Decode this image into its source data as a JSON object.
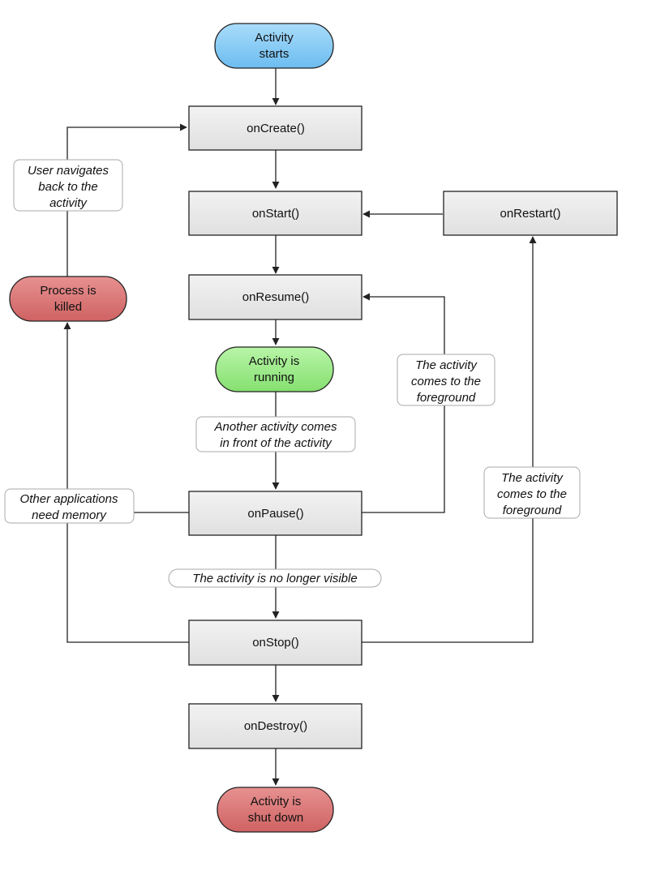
{
  "colors": {
    "method_fill": "#e8e8e8",
    "start_fill": "#87cbf6",
    "running_fill": "#99ee88",
    "terminal_fill": "#dd7777",
    "edge": "#222222",
    "label_border": "#aaaaaa"
  },
  "nodes": {
    "activity_starts": {
      "lines": [
        "Activity",
        "starts"
      ]
    },
    "on_create": {
      "lines": [
        "onCreate()"
      ]
    },
    "on_start": {
      "lines": [
        "onStart()"
      ]
    },
    "on_restart": {
      "lines": [
        "onRestart()"
      ]
    },
    "on_resume": {
      "lines": [
        "onResume()"
      ]
    },
    "process_killed": {
      "lines": [
        "Process is",
        "killed"
      ]
    },
    "activity_running": {
      "lines": [
        "Activity is",
        "running"
      ]
    },
    "on_pause": {
      "lines": [
        "onPause()"
      ]
    },
    "on_stop": {
      "lines": [
        "onStop()"
      ]
    },
    "on_destroy": {
      "lines": [
        "onDestroy()"
      ]
    },
    "activity_shut_down": {
      "lines": [
        "Activity is",
        "shut down"
      ]
    }
  },
  "edge_labels": {
    "user_navigates_back": {
      "lines": [
        "User navigates",
        "back to the",
        "activity"
      ]
    },
    "another_activity": {
      "lines": [
        "Another activity comes",
        "in front of the activity"
      ]
    },
    "foreground_to_resume": {
      "lines": [
        "The activity",
        "comes to the",
        "foreground"
      ]
    },
    "foreground_to_restart": {
      "lines": [
        "The activity",
        "comes to the",
        "foreground"
      ]
    },
    "other_apps_memory": {
      "lines": [
        "Other applications",
        "need memory"
      ]
    },
    "no_longer_visible": {
      "lines": [
        "The activity is no longer visible"
      ]
    }
  }
}
